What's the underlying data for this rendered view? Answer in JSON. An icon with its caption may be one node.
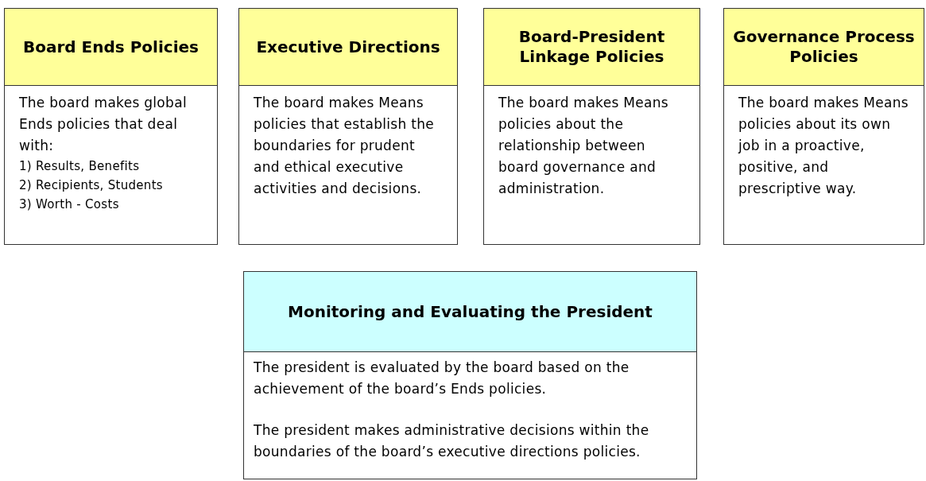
{
  "diagram": {
    "nodes": [
      {
        "text": [
          "Board Ends Policies",
          "The board makes global Ends policies that deal with:",
          "1) Results, Benefits",
          "2) Recipients, Students",
          "3) Worth - Costs"
        ]
      },
      {
        "text": [
          "Executive Directions",
          "The board makes Means policies that establish the boundaries for prudent and ethical executive activities and decisions."
        ]
      },
      {
        "text": [
          "Board-President Linkage Policies",
          "The board makes Means policies about the relationship between board governance and administration."
        ]
      },
      {
        "text": [
          "Governance Process Policies",
          "The board makes Means policies about its own job in a proactive, positive, and prescriptive way."
        ]
      },
      {
        "text": [
          "Monitoring and Evaluating the President",
          "The president is evaluated by the board based on the achievement of the board’s Ends policies.",
          "The president makes administrative decisions within the boundaries of the board’s executive directions policies."
        ]
      }
    ]
  }
}
